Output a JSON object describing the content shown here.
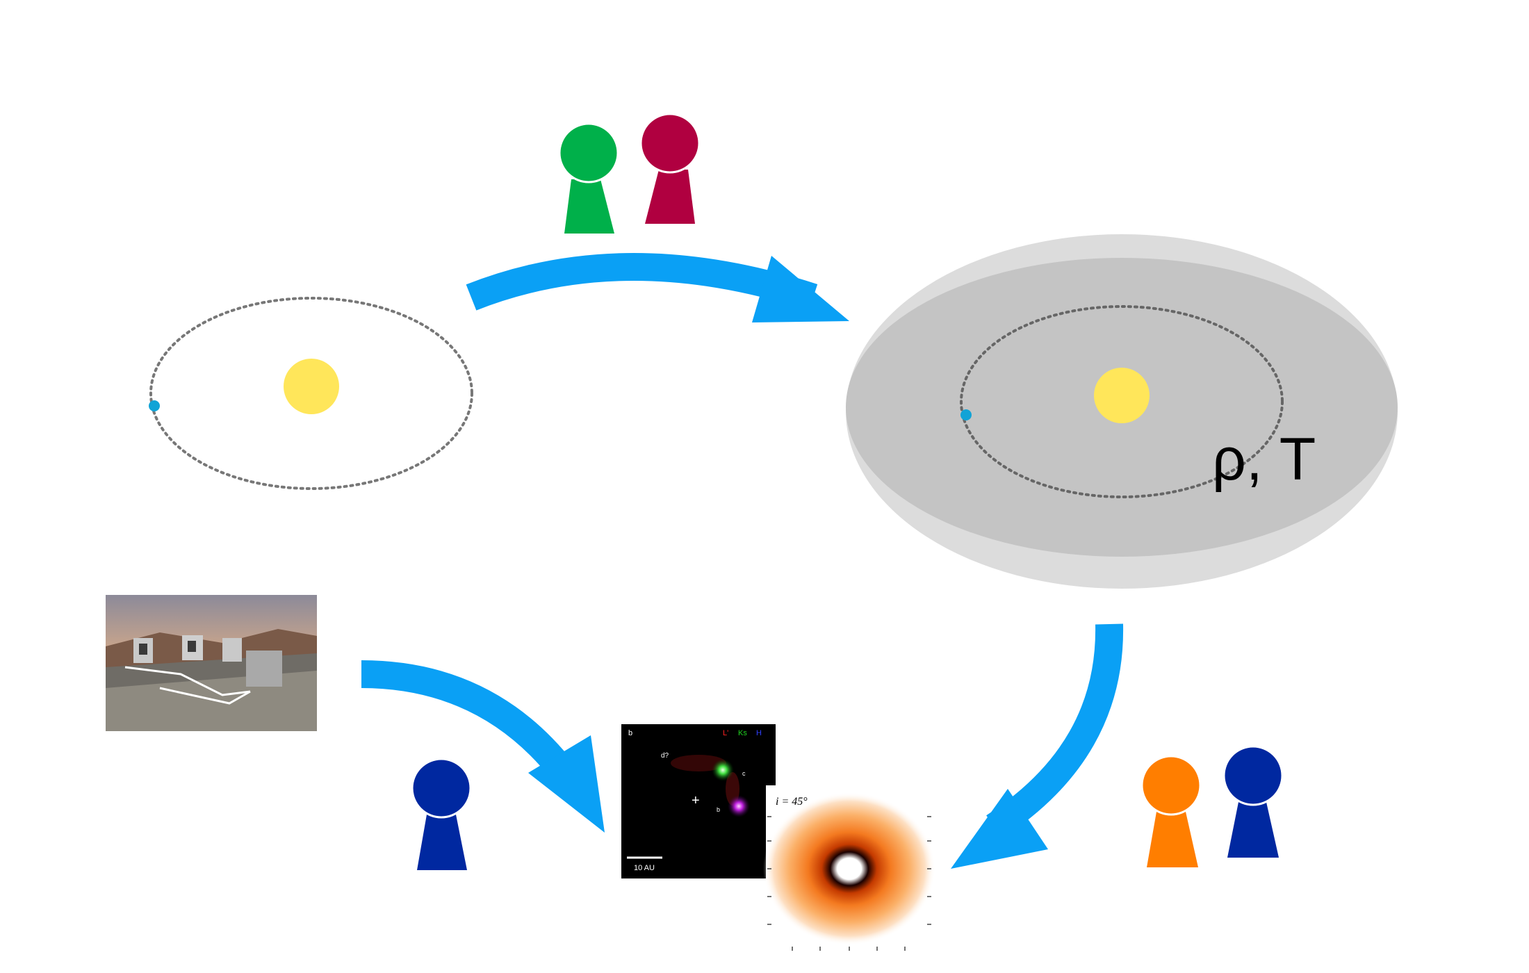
{
  "disk_label": "ρ, T",
  "observation_image": {
    "panel_label": "b",
    "filters": [
      "L'",
      "Ks",
      "H"
    ],
    "filter_colors": [
      "#ff2020",
      "#20d020",
      "#3040ff"
    ],
    "candidates": [
      "d?",
      "c",
      "b"
    ],
    "scale_bar_label": "10 AU",
    "center_marker": "+"
  },
  "model_image": {
    "inclination_label": "i = 45°"
  },
  "colors": {
    "arrow": "#0aa0f5",
    "star": "#ffe65a",
    "planet": "#11a3d6",
    "orbit": "#777777",
    "disk_outer": "#dcdcdc",
    "disk_inner": "#c4c4c4",
    "person_green": "#00b04a",
    "person_crimson": "#b00040",
    "person_orange": "#ff7e00",
    "person_blue": "#0028a0"
  },
  "icons": [
    "star-icon",
    "planet-icon",
    "person-icon",
    "telescope-photo"
  ]
}
